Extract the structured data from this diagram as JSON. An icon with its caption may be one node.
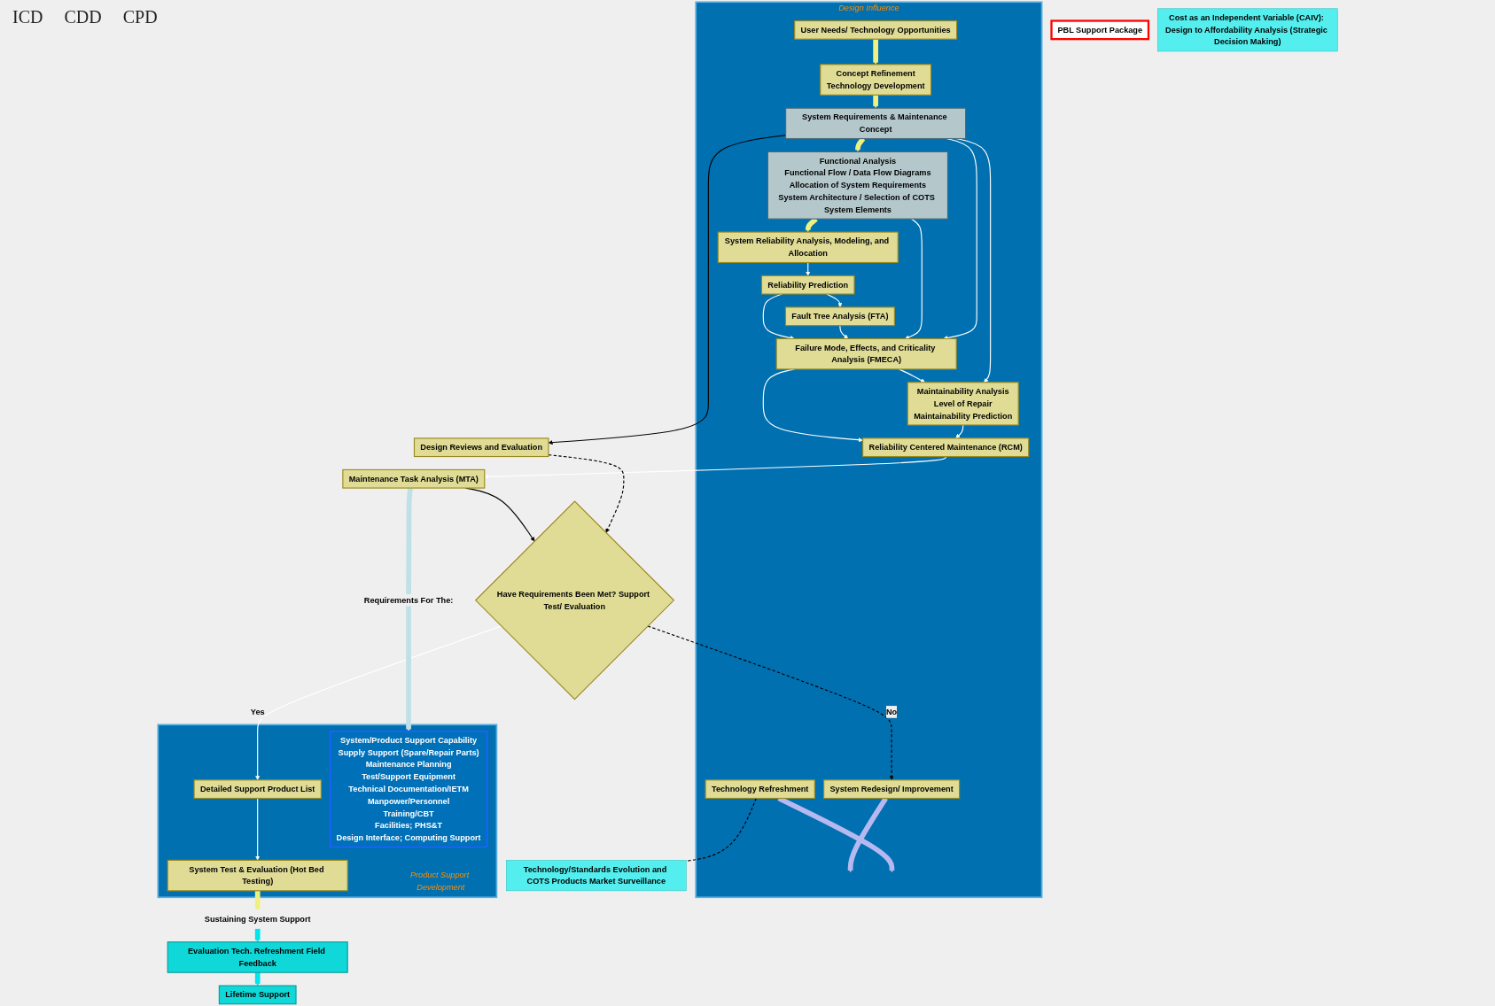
{
  "diagram": {
    "nodes": [
      {
        "text": [
          "Design Influence"
        ]
      },
      {
        "text": [
          "User Needs/ Technology Opportunities"
        ],
        "in": 0
      },
      {
        "text": [
          "Concept Refinement",
          "Technology Development"
        ],
        "in": 0
      },
      {
        "text": [
          "System Requirements & Maintenance Concept"
        ],
        "in": 0
      },
      {
        "text": [
          "Functional Analysis",
          "Functional Flow / Data Flow Diagrams",
          "Allocation of System Requirements",
          "System Architecture / Selection of COTS System Elements"
        ],
        "in": 0
      },
      {
        "text": [
          "System Reliability Analysis, Modeling, and Allocation"
        ],
        "in": 0
      },
      {
        "text": [
          "Maintainability Analysis",
          "Level of Repair",
          "Maintainability Prediction"
        ],
        "in": 0
      },
      {
        "text": [
          "Failure Mode, Effects, and Criticality Analysis (FMECA)"
        ],
        "in": 0
      },
      {
        "text": [
          "Reliability Centered Maintenance (RCM)"
        ],
        "in": 0
      },
      {
        "text": [
          "Fault Tree Analysis (FTA)"
        ],
        "in": 0
      },
      {
        "text": [
          "Reliability Prediction"
        ],
        "in": 0
      },
      {
        "text": [
          "System Redesign/ Improvement"
        ],
        "in": 0
      },
      {
        "text": [
          "Technology Refreshment"
        ],
        "in": 0
      },
      {
        "text": [
          "Design Reviews and Evaluation"
        ]
      },
      {
        "text": [
          "Maintenance Task Analysis (MTA)"
        ]
      },
      {
        "text": [
          "Product Support Development"
        ]
      },
      {
        "text": [
          "Have Requirements Been Met? Support Test/ Evaluation"
        ]
      },
      {
        "text": [
          "Detailed Support Product List"
        ],
        "in": 15
      },
      {
        "text": [
          "System Test & Evaluation (Hot Bed Testing)"
        ],
        "in": 15
      },
      {
        "text": [
          "System/Product Support Capability",
          "Supply Support (Spare/Repair Parts)",
          "Maintenance Planning",
          "Test/Support Equipment",
          "Technical Documentation/IETM",
          "Manpower/Personnel",
          "Training/CBT",
          "Facilities; PHS&T",
          "Design Interface; Computing Support"
        ],
        "in": 15
      },
      {
        "text": [
          "PBL Support Package"
        ]
      },
      {
        "text": [
          "Lifetime Support"
        ]
      },
      {
        "text": [
          "Evaluation Tech. Refreshment Field Feedback"
        ]
      },
      {
        "text": [
          "Sustaining System Support"
        ]
      },
      {
        "text": [
          "Cost as an Independent Variable (CAIV): Design to Affordability Analysis (Strategic Decision Making)"
        ]
      },
      {
        "text": [
          "Technology/Standards Evolution and COTS Products Market Surveillance"
        ]
      }
    ],
    "edges": [
      {
        "from": 1,
        "to": 2,
        "arrow": "to",
        "style": "thick",
        "color": "#f0f080"
      },
      {
        "from": 2,
        "to": 3,
        "arrow": "to",
        "style": "thick",
        "color": "#f0f080"
      },
      {
        "from": 3,
        "to": 4,
        "arrow": "to",
        "style": "thick",
        "color": "#f0f080"
      },
      {
        "from": 4,
        "to": 5,
        "arrow": "to",
        "style": "thick",
        "color": "#f0f080"
      },
      {
        "from": 3,
        "to": 13,
        "arrow": "to",
        "color": "#000000"
      },
      {
        "from": 3,
        "to": 7,
        "arrow": "to"
      },
      {
        "from": 3,
        "to": 6,
        "arrow": "to"
      },
      {
        "from": 4,
        "to": 7,
        "arrow": "to"
      },
      {
        "from": 7,
        "to": 6,
        "arrow": "to"
      },
      {
        "from": 6,
        "to": 8,
        "arrow": "to"
      },
      {
        "from": 7,
        "to": 8,
        "arrow": "to"
      },
      {
        "from": 8,
        "to": 14,
        "arrow": "to"
      },
      {
        "from": 9,
        "to": 7,
        "arrow": "to"
      },
      {
        "from": 10,
        "to": 7,
        "arrow": "to"
      },
      {
        "from": 10,
        "to": 9,
        "arrow": "to"
      },
      {
        "from": 5,
        "to": 10,
        "arrow": "to"
      },
      {
        "from": 13,
        "to": 16,
        "arrow": "to",
        "style": "dashed",
        "color": "#000000"
      },
      {
        "from": 14,
        "to": 16,
        "arrow": "to",
        "color": "#000000"
      },
      {
        "from": 16,
        "to": 17,
        "label": "Yes",
        "arrow": "to"
      },
      {
        "from": 17,
        "to": 18,
        "arrow": "to"
      },
      {
        "from": 18,
        "to": 23,
        "arrow": "to",
        "style": "thick",
        "color": "#f0f080"
      },
      {
        "from": 16,
        "to": 11,
        "label": "No",
        "arrow": "to",
        "style": "dashed",
        "color": "#000000"
      },
      {
        "from": 14,
        "to": 19,
        "label": "Requirements For The:",
        "arrow": "to",
        "style": "thick",
        "color": "#c0e0e8"
      },
      {
        "from": 11,
        "to": null,
        "arrow": "to",
        "style": "thick",
        "color": "#b8b8f0"
      },
      {
        "from": 12,
        "to": null,
        "arrow": "to",
        "style": "thick",
        "color": "#b8b8f0"
      },
      {
        "from": 23,
        "to": 22,
        "arrow": "to",
        "style": "thick",
        "color": "#00e5ee"
      },
      {
        "from": 22,
        "to": 21,
        "arrow": "to",
        "style": "thick",
        "color": "#00e5ee"
      },
      {
        "from": 12,
        "to": 25,
        "arrow": "none",
        "style": "dashed",
        "color": "#000000"
      }
    ],
    "labels": [
      "ICD",
      "CDD",
      "CPD"
    ]
  }
}
